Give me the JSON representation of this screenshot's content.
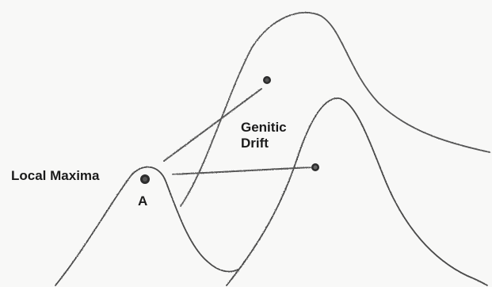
{
  "labels": {
    "local_maxima": "Local Maxima",
    "point_a": "A",
    "genetic_drift_line1": "Genitic",
    "genetic_drift_line2": "Drift"
  },
  "colors": {
    "paper": "#f8f8f7",
    "pencil": "#4a4a4a",
    "pencil_light": "#6a6a6a",
    "text": "#1b1b1b",
    "dot": "#2c2c2c"
  }
}
